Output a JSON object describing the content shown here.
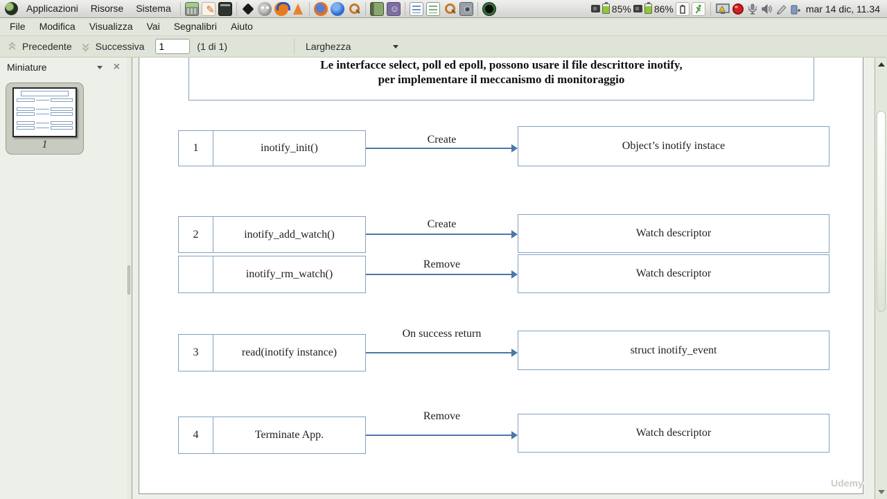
{
  "panel": {
    "menus": [
      "Applicazioni",
      "Risorse",
      "Sistema"
    ],
    "launcher_icons": [
      "calculator-icon",
      "text-editor-icon",
      "terminal-icon",
      "inkscape-icon",
      "gimp-icon",
      "audacity-icon",
      "vlc-icon",
      "firefox-icon",
      "thunderbird-icon",
      "search-icon",
      "dictionary-icon",
      "character-map-icon",
      "document-icon",
      "writer-document-icon",
      "spreadsheet-icon",
      "file-search-icon",
      "screenshot-icon",
      "screen-recorder-icon"
    ],
    "tray": {
      "battery1": "85%",
      "battery2": "86%",
      "clock": "mar 14 dic, 11.34"
    }
  },
  "menubar": {
    "items": [
      "File",
      "Modifica",
      "Visualizza",
      "Vai",
      "Segnalibri",
      "Aiuto"
    ]
  },
  "toolbar": {
    "previous": "Precedente",
    "next": "Successiva",
    "page_value": "1",
    "page_count": "(1 di 1)",
    "zoom_mode": "Larghezza"
  },
  "sidebar": {
    "title": "Miniature",
    "thumb_label": "1"
  },
  "document": {
    "title_line1": "Le interfacce select, poll ed epoll, possono usare il file descrittore inotify,",
    "title_line2": "per implementare il meccanismo di monitoraggio",
    "rows": [
      {
        "num": "1",
        "fn": "inotify_init()",
        "arrow": "Create",
        "result": "Object’s inotify instace"
      },
      {
        "num": "2",
        "fn": "inotify_add_watch()",
        "arrow": "Create",
        "result": "Watch descriptor"
      },
      {
        "num": "",
        "fn": "inotify_rm_watch()",
        "arrow": "Remove",
        "result": "Watch descriptor"
      },
      {
        "num": "3",
        "fn": "read(inotify instance)",
        "arrow": "On success return",
        "result": "struct inotify_event"
      },
      {
        "num": "4",
        "fn": "Terminate App.",
        "arrow": "Remove",
        "result": "Watch descriptor"
      }
    ],
    "watermark": "Udemy"
  },
  "colors": {
    "arrow_blue": "#4a76ac",
    "box_border_blue": "#84a0c0",
    "panel_gray": "#d9d9d6",
    "content_bg": "#edf0e8",
    "battery_green": "#8ec832"
  }
}
